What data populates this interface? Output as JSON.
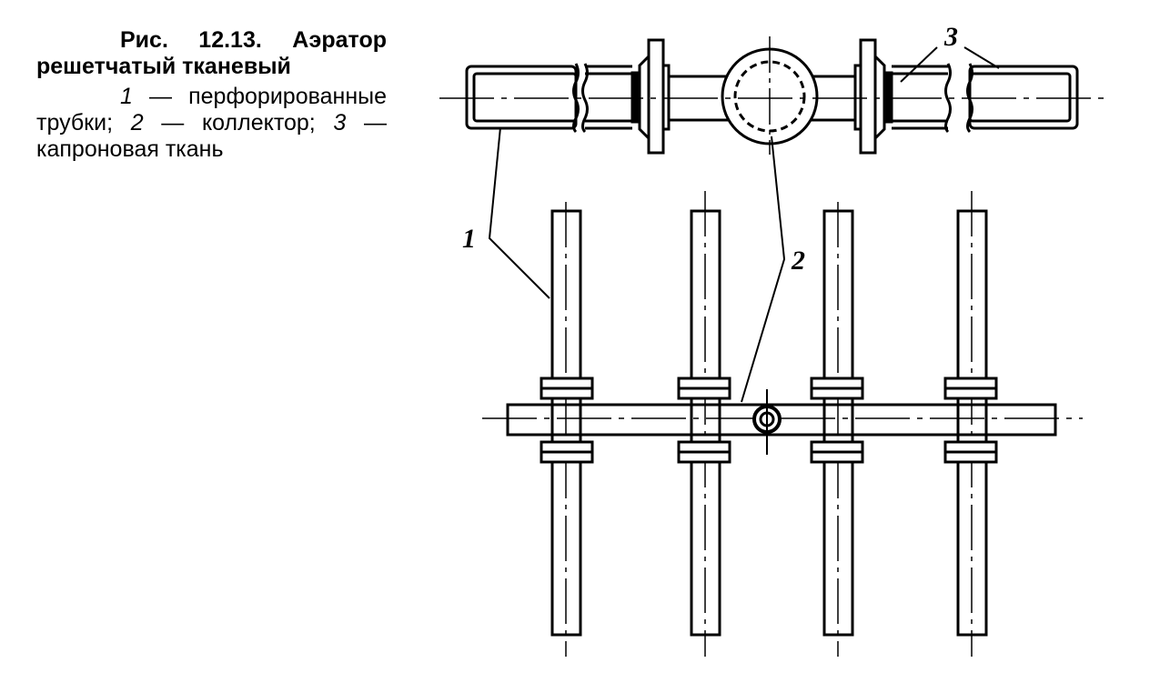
{
  "caption": {
    "title": "Рис. 12.13. Аэратор решетчатый тканевый",
    "legend": [
      {
        "num": "1",
        "text": "— перфорированные трубки;"
      },
      {
        "num": "2",
        "text": "— коллектор;"
      },
      {
        "num": "3",
        "text": "— капроновая ткань"
      }
    ]
  },
  "labels": {
    "one": "1",
    "two": "2",
    "three": "3"
  },
  "colors": {
    "ink": "#000000",
    "paper": "#ffffff"
  }
}
